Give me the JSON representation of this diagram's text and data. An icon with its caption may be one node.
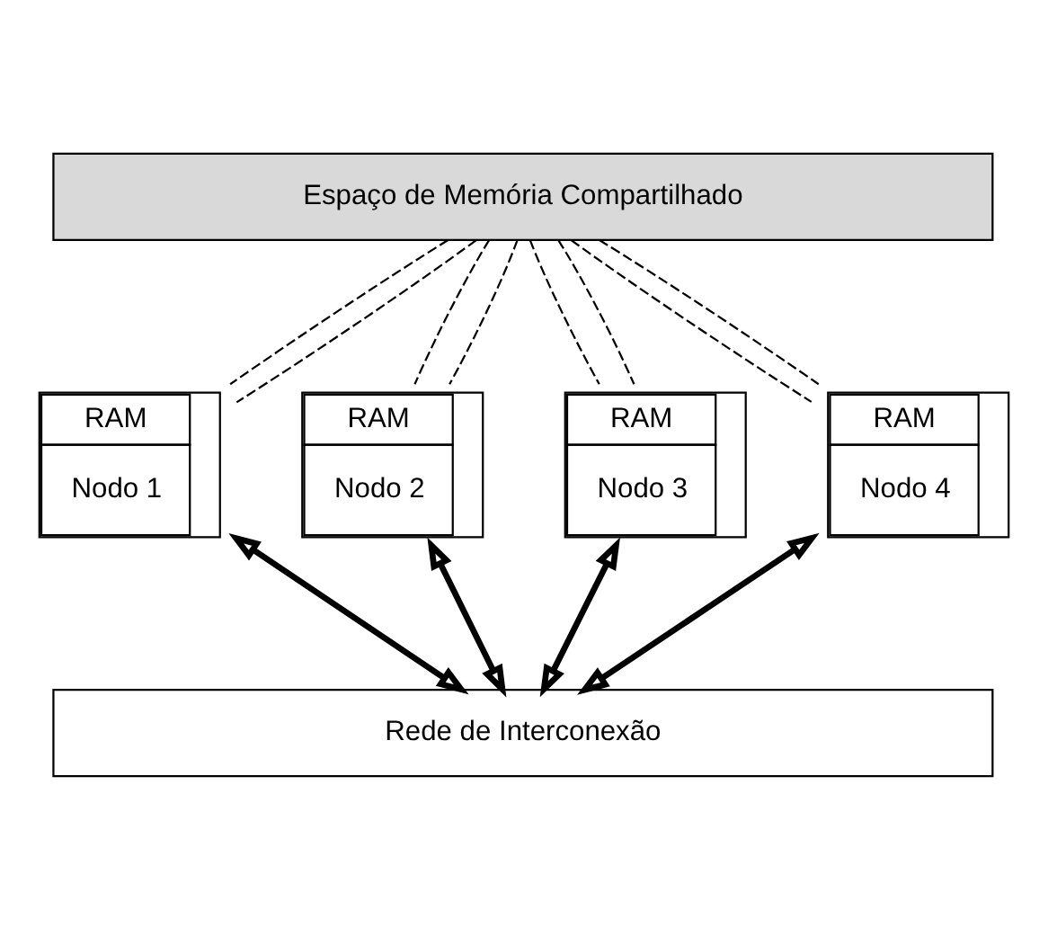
{
  "diagram": {
    "nodes": [
      {
        "text": [
          "Espaço de Memória Compartilhado"
        ]
      },
      {
        "text": [
          "RAM",
          "Nodo 1"
        ]
      },
      {
        "text": [
          "RAM",
          "Nodo 2"
        ]
      },
      {
        "text": [
          "RAM",
          "Nodo 3"
        ]
      },
      {
        "text": [
          "RAM",
          "Nodo 4"
        ]
      },
      {
        "text": [
          "Rede de Interconexão"
        ]
      }
    ],
    "edges": [
      {
        "from": 0,
        "to": 1,
        "arrow": "none",
        "style": "dashed"
      },
      {
        "from": 0,
        "to": 1,
        "arrow": "none",
        "style": "dashed"
      },
      {
        "from": 0,
        "to": 2,
        "arrow": "none",
        "style": "dashed"
      },
      {
        "from": 0,
        "to": 2,
        "arrow": "none",
        "style": "dashed"
      },
      {
        "from": 0,
        "to": 3,
        "arrow": "none",
        "style": "dashed"
      },
      {
        "from": 0,
        "to": 3,
        "arrow": "none",
        "style": "dashed"
      },
      {
        "from": 0,
        "to": 4,
        "arrow": "none",
        "style": "dashed"
      },
      {
        "from": 0,
        "to": 4,
        "arrow": "none",
        "style": "dashed"
      },
      {
        "from": 1,
        "to": 5,
        "arrow": "both",
        "style": "thick"
      },
      {
        "from": 2,
        "to": 5,
        "arrow": "both",
        "style": "thick"
      },
      {
        "from": 3,
        "to": 5,
        "arrow": "both",
        "style": "thick"
      },
      {
        "from": 4,
        "to": 5,
        "arrow": "both",
        "style": "thick"
      }
    ]
  }
}
